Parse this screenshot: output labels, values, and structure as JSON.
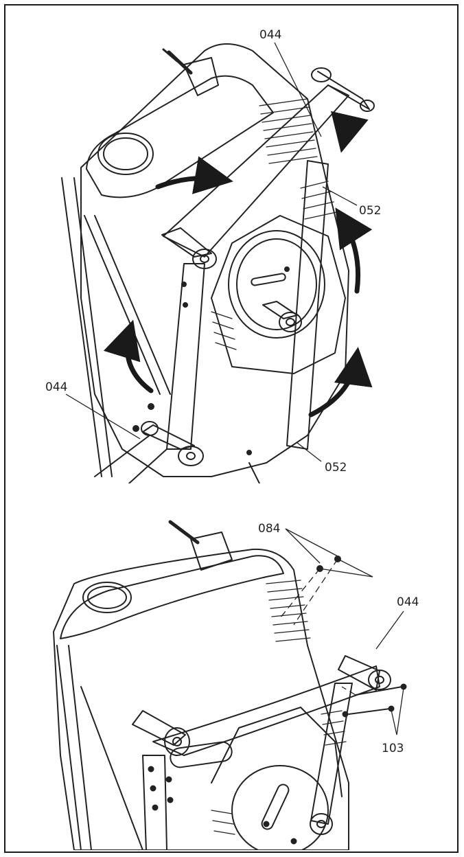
{
  "colors": {
    "line": "#222222",
    "arrow": "#1a1a1a",
    "bg": "#ffffff"
  },
  "top": {
    "labels": {
      "part_044_top": "044",
      "part_052_upper": "052",
      "part_044_left": "044",
      "part_052_lower": "052"
    }
  },
  "bottom": {
    "labels": {
      "part_084": "084",
      "part_044": "044",
      "part_103": "103"
    }
  }
}
